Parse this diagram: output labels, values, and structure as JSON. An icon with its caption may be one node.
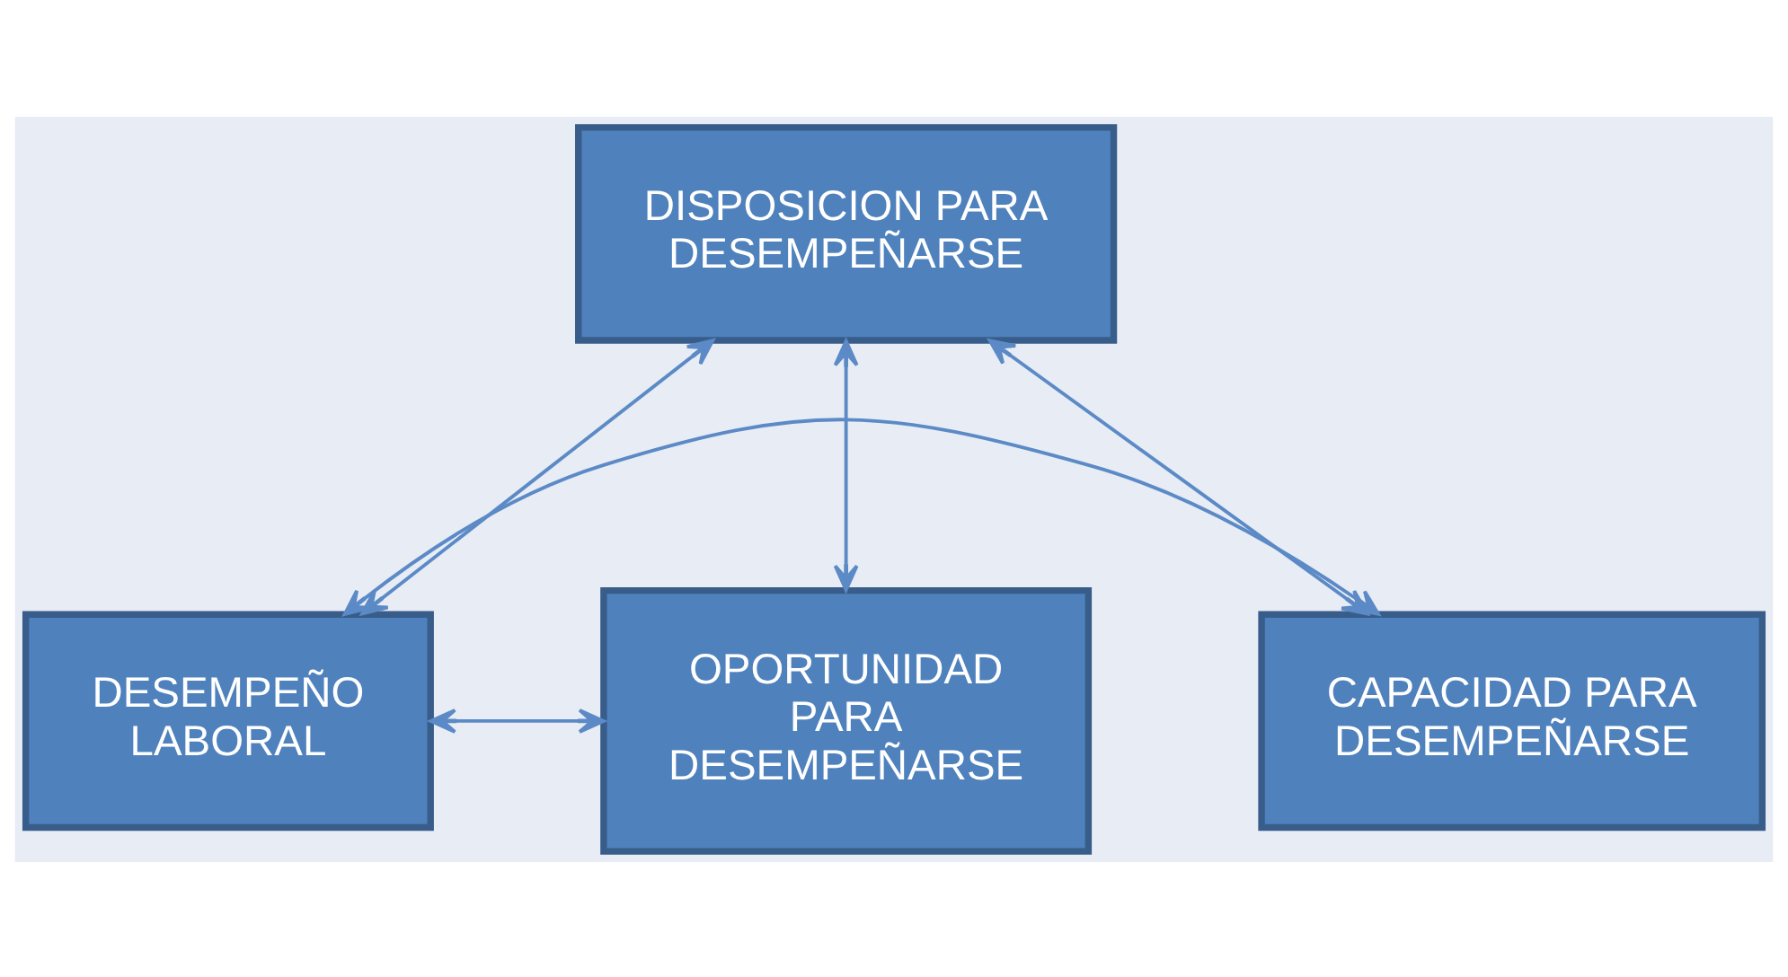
{
  "diagram": {
    "nodes": [
      {
        "text": [
          "DISPOSICION PARA DESEMPEÑARSE"
        ]
      },
      {
        "text": [
          "DESEMPEÑO LABORAL"
        ]
      },
      {
        "text": [
          "CAPACIDAD PARA DESEMPEÑARSE"
        ]
      },
      {
        "text": [
          "OPORTUNIDAD PARA DESEMPEÑARSE"
        ]
      }
    ],
    "edges": [
      {
        "from": 0,
        "to": 2,
        "arrow": "both"
      },
      {
        "from": 0,
        "to": 1,
        "arrow": "both"
      },
      {
        "from": 0,
        "to": 3,
        "arrow": "both"
      },
      {
        "from": 1,
        "to": 2,
        "arrow": "both"
      },
      {
        "from": 1,
        "to": 3,
        "arrow": "both"
      }
    ]
  }
}
